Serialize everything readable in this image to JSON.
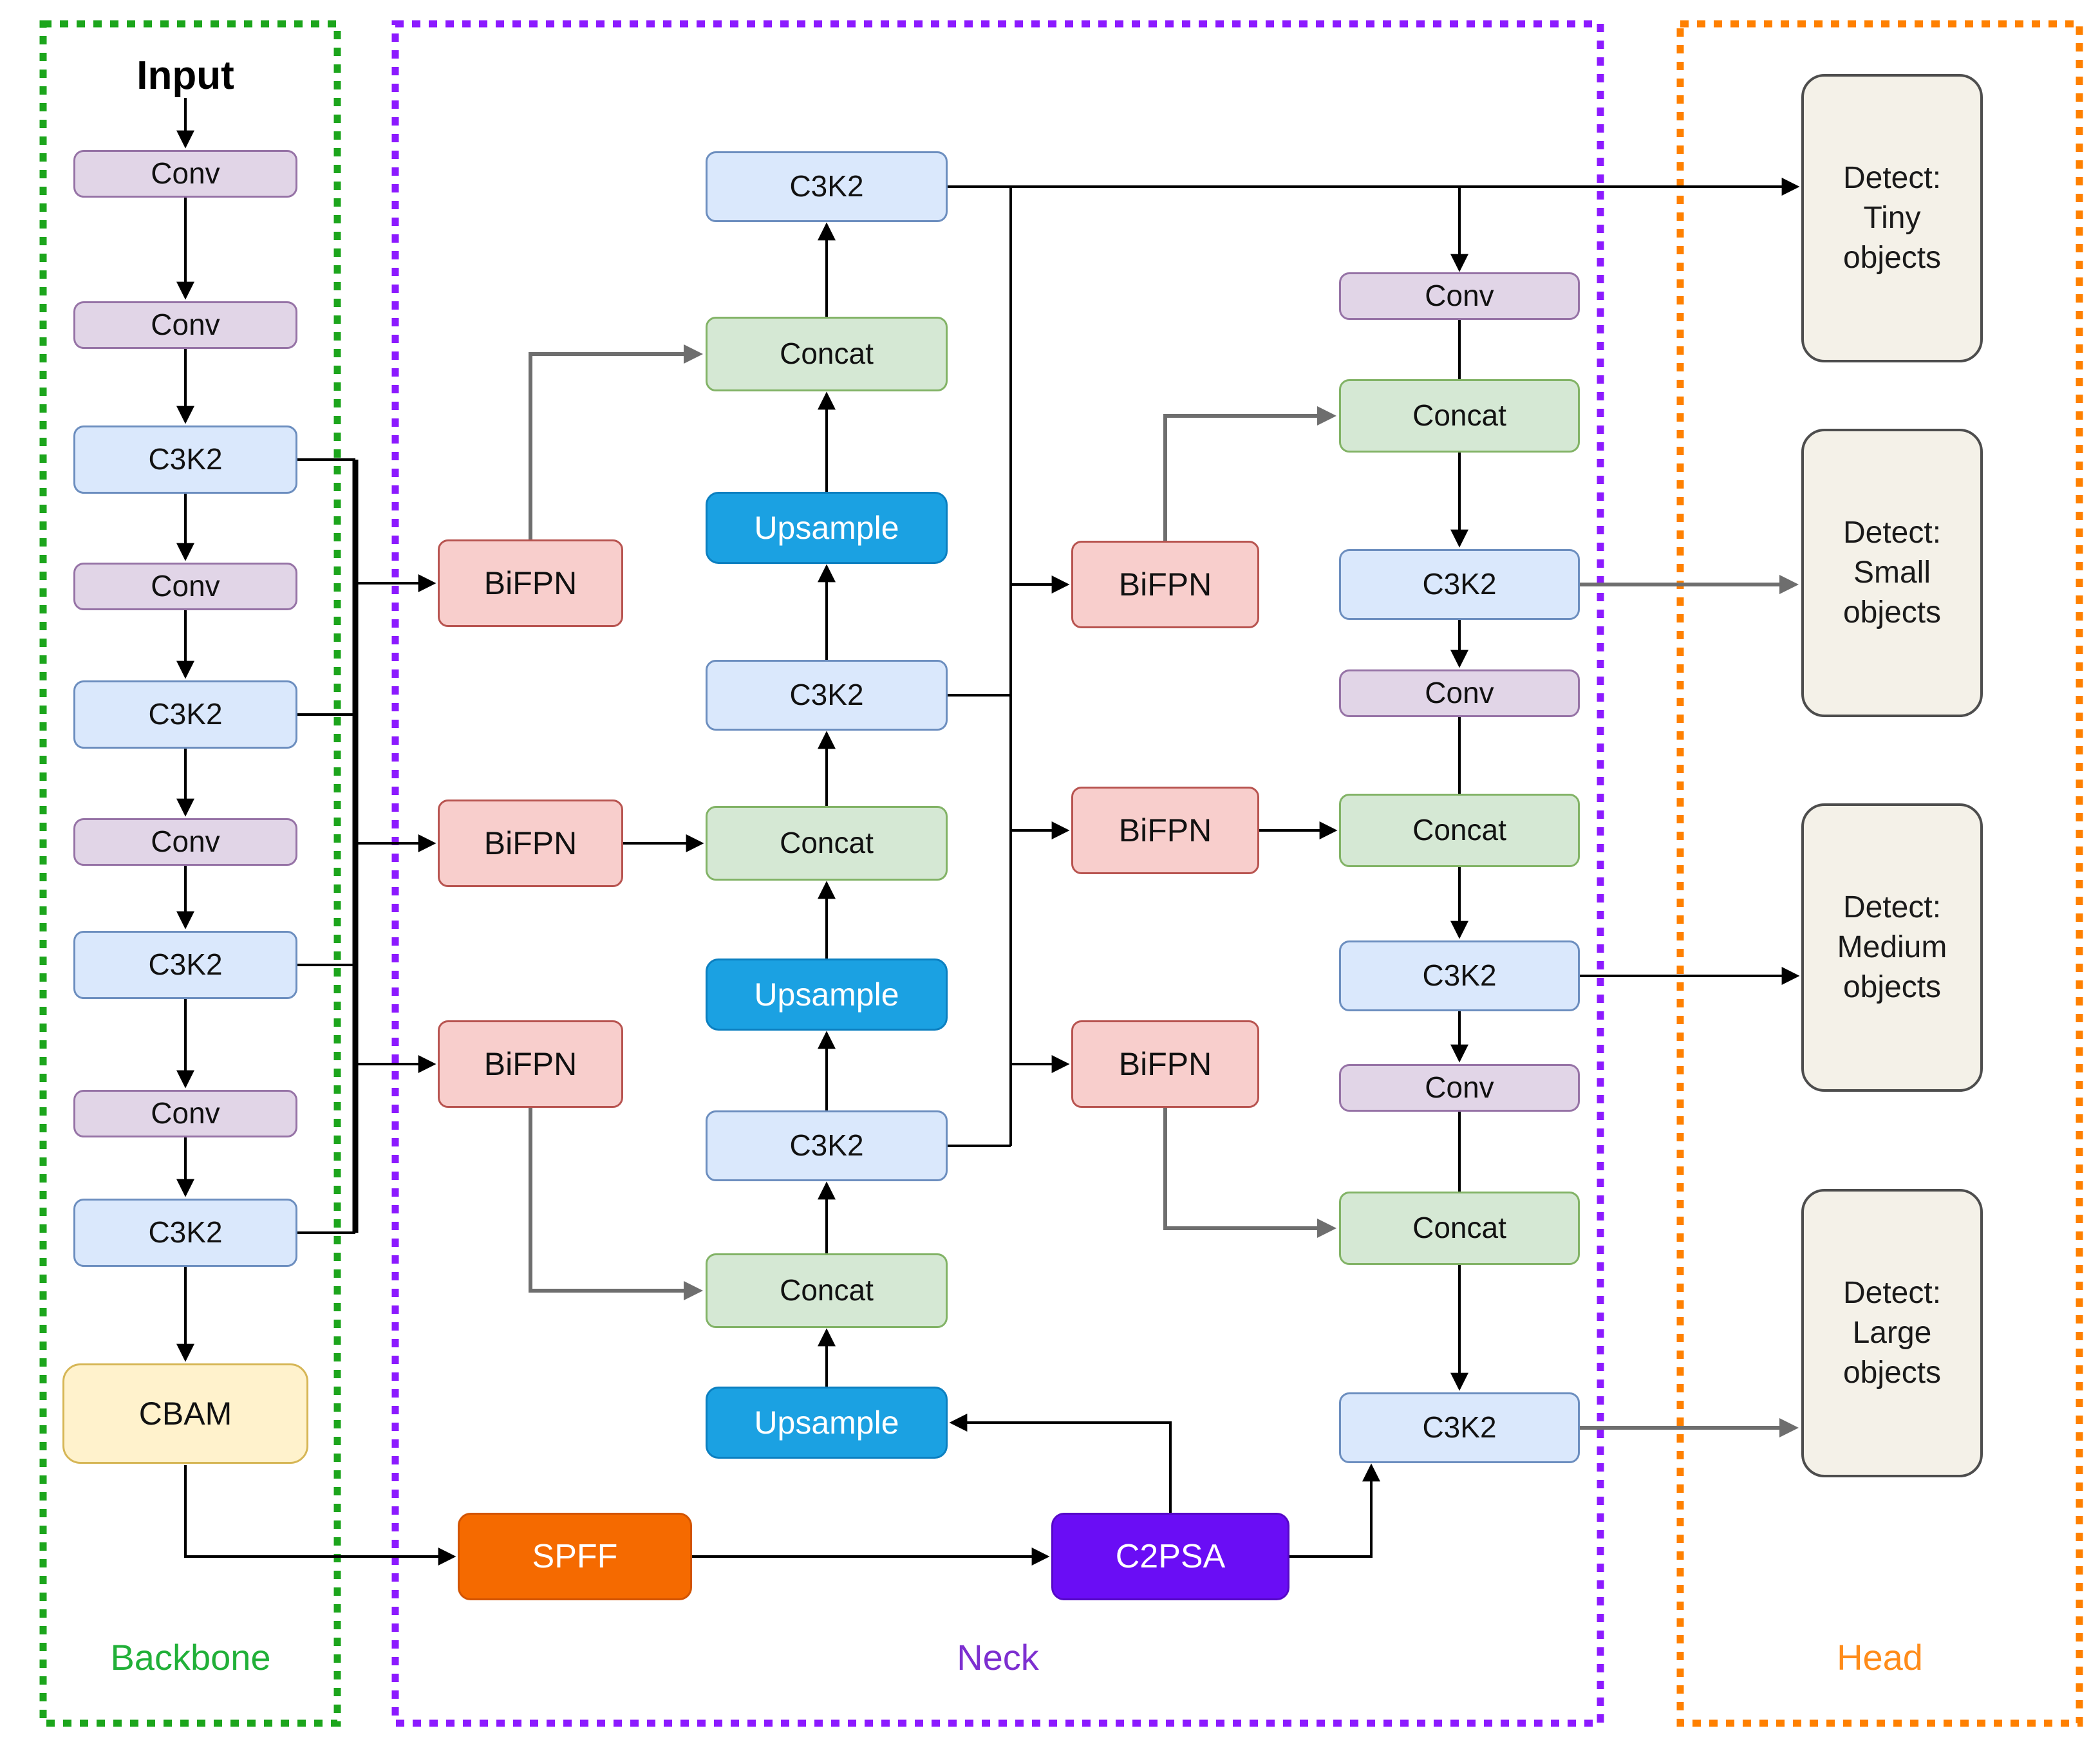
{
  "sections": {
    "backbone": {
      "label": "Backbone",
      "border_color": "#1ca51c",
      "label_color": "#21b038"
    },
    "neck": {
      "label": "Neck",
      "border_color": "#8c1aff",
      "label_color": "#7d2fd0"
    },
    "head": {
      "label": "Head",
      "border_color": "#ff8000",
      "label_color": "#ff8c1a"
    }
  },
  "nodes": {
    "input": "Input",
    "bb_conv1": "Conv",
    "bb_conv2": "Conv",
    "bb_c3k2_1": "C3K2",
    "bb_conv3": "Conv",
    "bb_c3k2_2": "C3K2",
    "bb_conv4": "Conv",
    "bb_c3k2_3": "C3K2",
    "bb_conv5": "Conv",
    "bb_c3k2_4": "C3K2",
    "bb_cbam": "CBAM",
    "bifpn_l1": "BiFPN",
    "bifpn_l2": "BiFPN",
    "bifpn_l3": "BiFPN",
    "mid_c3k2_top": "C3K2",
    "mid_concat_top": "Concat",
    "mid_upsample_top": "Upsample",
    "mid_c3k2_mid": "C3K2",
    "mid_concat_mid": "Concat",
    "mid_upsample_mid": "Upsample",
    "mid_c3k2_bot": "C3K2",
    "mid_concat_bot": "Concat",
    "mid_upsample_bot": "Upsample",
    "spff": "SPFF",
    "c2psa": "C2PSA",
    "bifpn_r1": "BiFPN",
    "bifpn_r2": "BiFPN",
    "bifpn_r3": "BiFPN",
    "rt_conv1": "Conv",
    "rt_concat1": "Concat",
    "rt_c3k2_1": "C3K2",
    "rt_conv2": "Conv",
    "rt_concat2": "Concat",
    "rt_c3k2_2": "C3K2",
    "rt_conv3": "Conv",
    "rt_concat3": "Concat",
    "rt_c3k2_3": "C3K2",
    "detect_tiny": "Detect:\nTiny\nobjects",
    "detect_small": "Detect:\nSmall\nobjects",
    "detect_medium": "Detect:\nMedium\nobjects",
    "detect_large": "Detect:\nLarge\nobjects"
  },
  "palette": {
    "conv_fill": "#e1d5e7",
    "conv_stroke": "#9673a6",
    "c3k2_fill": "#dae8fc",
    "c3k2_stroke": "#6c8ebf",
    "concat_fill": "#d5e8d4",
    "concat_stroke": "#82b366",
    "bifpn_fill": "#f8cecc",
    "bifpn_stroke": "#b85450",
    "cbam_fill": "#fff2cc",
    "cbam_stroke": "#d6b656",
    "upsample_fill": "#1ba1e2",
    "spff_fill": "#f56a00",
    "c2psa_fill": "#6a0df5",
    "detect_fill": "#f4f1e8",
    "detect_stroke": "#4d4d4d",
    "edge_color": "#000000",
    "edge_gray": "#6e6e6e"
  }
}
